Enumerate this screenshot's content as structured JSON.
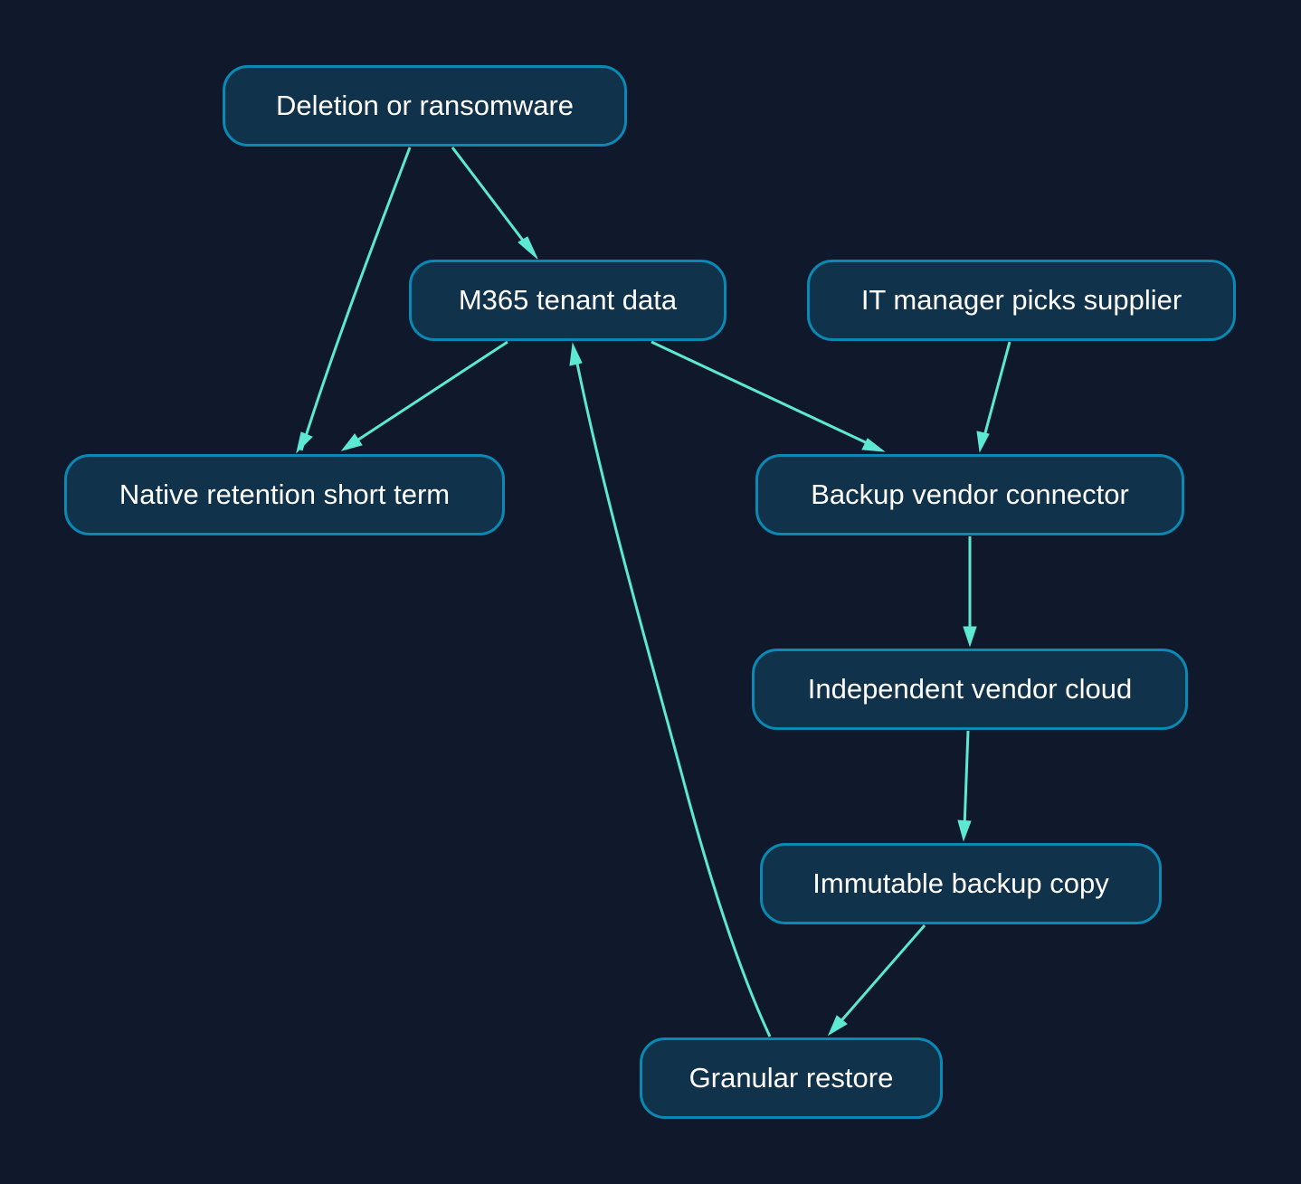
{
  "diagram": {
    "colors": {
      "background": "#0f192b",
      "node_fill": "#11324b",
      "node_border": "#0a89b4",
      "node_text": "#ffffff",
      "edge": "#5ce8d2"
    },
    "nodes": {
      "deletion": "Deletion or ransomware",
      "m365": "M365 tenant data",
      "itmanager": "IT manager picks supplier",
      "native": "Native retention short term",
      "connector": "Backup vendor connector",
      "cloud": "Independent vendor cloud",
      "immutable": "Immutable backup copy",
      "restore": "Granular restore"
    },
    "edges": [
      {
        "from": "deletion",
        "to": "native"
      },
      {
        "from": "deletion",
        "to": "m365"
      },
      {
        "from": "m365",
        "to": "native"
      },
      {
        "from": "m365",
        "to": "connector"
      },
      {
        "from": "itmanager",
        "to": "connector"
      },
      {
        "from": "connector",
        "to": "cloud"
      },
      {
        "from": "cloud",
        "to": "immutable"
      },
      {
        "from": "immutable",
        "to": "restore"
      },
      {
        "from": "restore",
        "to": "m365"
      }
    ]
  }
}
